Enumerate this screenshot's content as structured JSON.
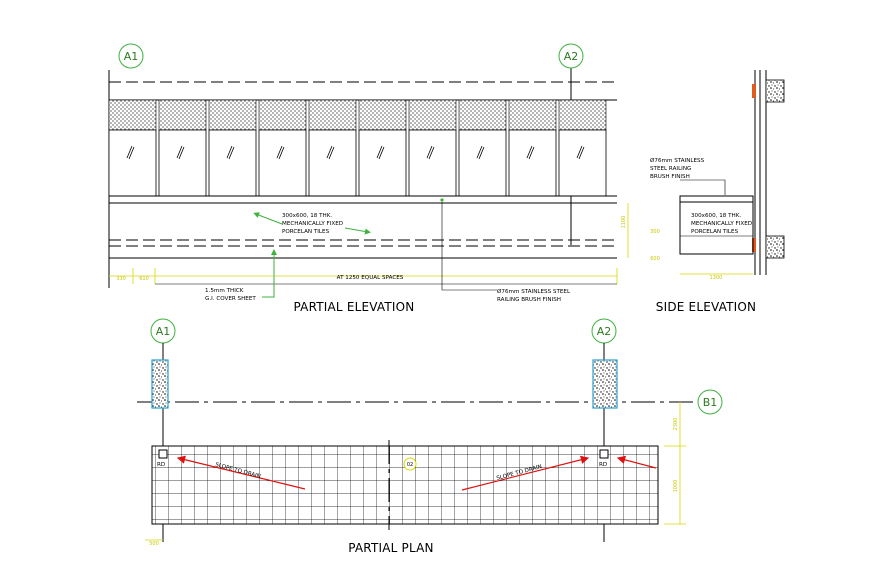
{
  "grid_labels": {
    "a1": "A1",
    "a2": "A2",
    "b1": "B1"
  },
  "titles": {
    "partial_elevation": "PARTIAL ELEVATION",
    "side_elevation": "SIDE ELEVATION",
    "partial_plan": "PARTIAL PLAN"
  },
  "notes": {
    "tiles_1": "300x600, 18 THK.",
    "tiles_2": "MECHANICALLY FIXED",
    "tiles_3": "PORCELAN TILES",
    "side_tiles_1": "300x600, 18 THK.",
    "side_tiles_2": "MECHANICALLY FIXED",
    "side_tiles_3": "PORCELAN TILES",
    "railing_top_1": "Ø76mm STAINLESS",
    "railing_top_2": "STEEL RAILING",
    "railing_top_3": "BRUSH FINISH",
    "gi_1": "1.5mm THICK",
    "gi_2": "G.I. COVER SHEET",
    "spaces": "AT 1250 EQUAL SPACES",
    "railing_bottom_1": "Ø76mm STAINLESS STEEL",
    "railing_bottom_2": "RAILING BRUSH FINISH",
    "slope_left": "SLOPE TO DRAIN",
    "slope_right": "SLOPE TO DRAIN",
    "rd_left": "RD",
    "rd_right": "RD",
    "tag": "02"
  },
  "dims": {
    "e_330": "330",
    "e_610": "610",
    "e_1100": "1100",
    "e_300": "300",
    "e_600": "600",
    "s_1300": "1300",
    "p_2300": "2300",
    "p_1000": "1000",
    "p_500": "500"
  },
  "colors": {
    "grid_bubble": "#3fb13f",
    "dimension": "#d8d800",
    "slope_arrow": "#e01010"
  }
}
